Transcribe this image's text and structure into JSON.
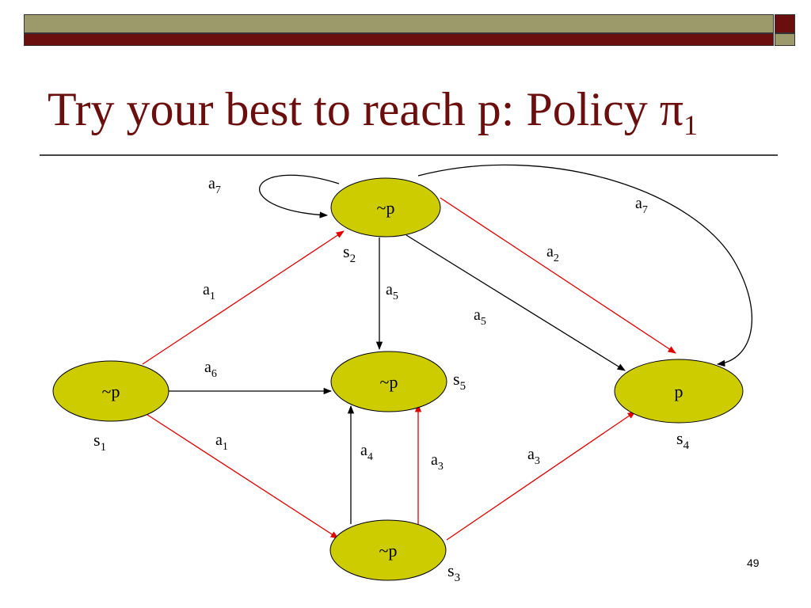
{
  "slide": {
    "title_main": "Try your best to reach p: Policy ",
    "title_pi": "π",
    "title_pi_sub": "1",
    "page_number": "49"
  },
  "colors": {
    "node_fill": "#cccc00",
    "policy_edge": "#e00000",
    "other_edge": "#000000",
    "title": "#6b0e0e"
  },
  "nodes": [
    {
      "id": "s1",
      "label": "~p",
      "state": "s",
      "state_sub": "1"
    },
    {
      "id": "s2",
      "label": "~p",
      "state": "s",
      "state_sub": "2"
    },
    {
      "id": "s5",
      "label": "~p",
      "state": "s",
      "state_sub": "5"
    },
    {
      "id": "s3",
      "label": "~p",
      "state": "s",
      "state_sub": "3"
    },
    {
      "id": "s4",
      "label": "p",
      "state": "s",
      "state_sub": "4"
    }
  ],
  "edges": [
    {
      "from": "s2",
      "to": "s2",
      "action": "a",
      "action_sub": "7",
      "policy": false
    },
    {
      "from": "s2",
      "to": "s4",
      "action": "a",
      "action_sub": "7",
      "policy": false
    },
    {
      "from": "s2",
      "to": "s4",
      "action": "a",
      "action_sub": "2",
      "policy": true
    },
    {
      "from": "s2",
      "to": "s4",
      "action": "a",
      "action_sub": "5",
      "policy": false
    },
    {
      "from": "s2",
      "to": "s5",
      "action": "a",
      "action_sub": "5",
      "policy": false
    },
    {
      "from": "s1",
      "to": "s2",
      "action": "a",
      "action_sub": "1",
      "policy": true
    },
    {
      "from": "s1",
      "to": "s5",
      "action": "a",
      "action_sub": "6",
      "policy": false
    },
    {
      "from": "s1",
      "to": "s3",
      "action": "a",
      "action_sub": "1",
      "policy": true
    },
    {
      "from": "s3",
      "to": "s5",
      "action": "a",
      "action_sub": "4",
      "policy": false
    },
    {
      "from": "s3",
      "to": "s5",
      "action": "a",
      "action_sub": "3",
      "policy": true
    },
    {
      "from": "s3",
      "to": "s4",
      "action": "a",
      "action_sub": "3",
      "policy": true
    }
  ]
}
